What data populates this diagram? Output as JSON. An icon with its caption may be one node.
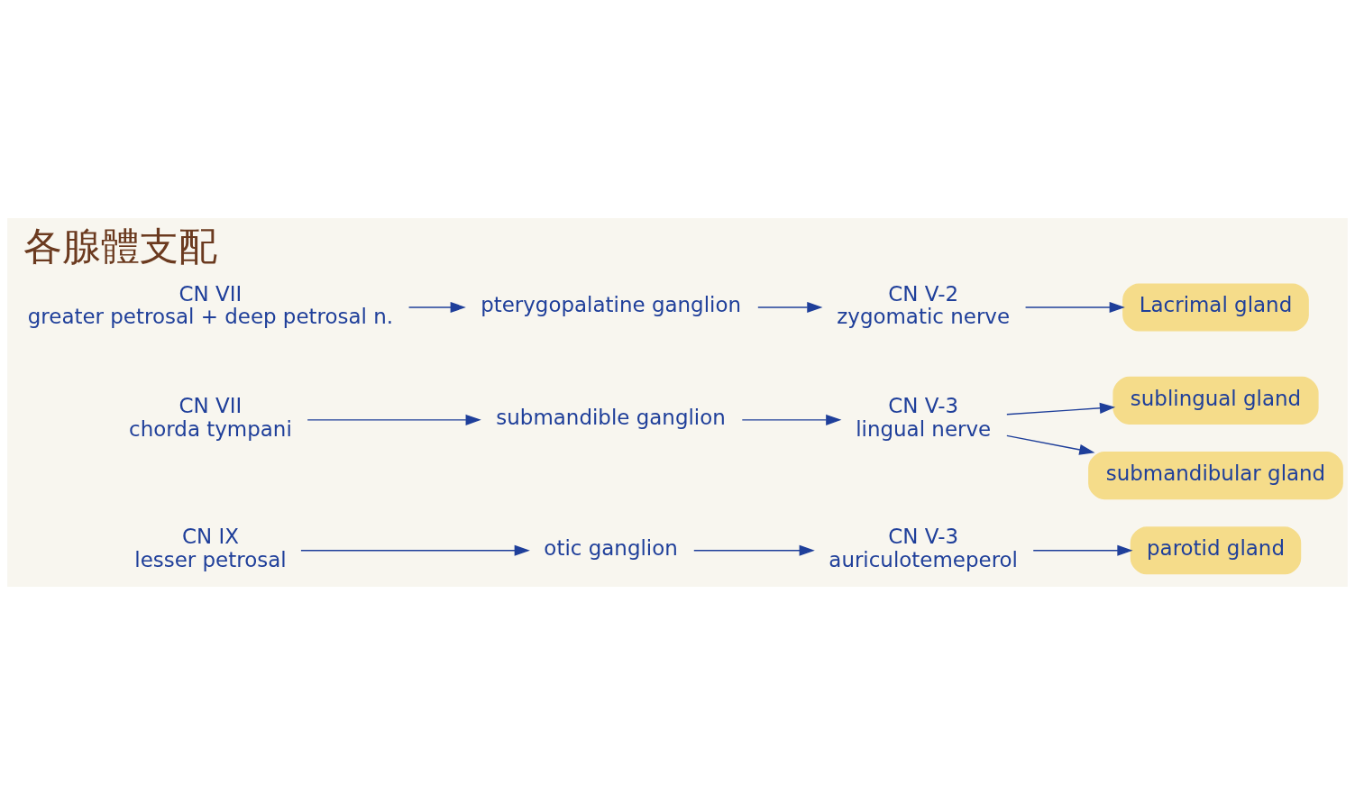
{
  "diagram": {
    "title": "各腺體支配",
    "nodes": [
      {
        "text": [
          "CN IX",
          "lesser petrosal"
        ]
      },
      {
        "text": [
          "otic ganglion"
        ]
      },
      {
        "text": [
          "CN V-3",
          "auriculotemeperol"
        ]
      },
      {
        "text": [
          "parotid gland"
        ]
      },
      {
        "text": [
          "CN VII",
          "chorda tympani"
        ]
      },
      {
        "text": [
          "submandible ganglion"
        ]
      },
      {
        "text": [
          "CN V-3",
          "lingual nerve"
        ]
      },
      {
        "text": [
          "sublingual gland"
        ]
      },
      {
        "text": [
          "submandibular gland"
        ]
      },
      {
        "text": [
          "CN VII",
          "greater petrosal + deep petrosal n."
        ]
      },
      {
        "text": [
          "pterygopalatine ganglion"
        ]
      },
      {
        "text": [
          "CN V-2",
          "zygomatic nerve"
        ]
      },
      {
        "text": [
          "Lacrimal gland"
        ]
      }
    ],
    "edges": [
      {
        "from": 0,
        "to": 1,
        "arrow": "to"
      },
      {
        "from": 1,
        "to": 2,
        "arrow": "to"
      },
      {
        "from": 2,
        "to": 3,
        "arrow": "to"
      },
      {
        "from": 4,
        "to": 5,
        "arrow": "to"
      },
      {
        "from": 5,
        "to": 6,
        "arrow": "to"
      },
      {
        "from": 6,
        "to": 7,
        "arrow": "to"
      },
      {
        "from": 6,
        "to": 8,
        "arrow": "to"
      },
      {
        "from": 9,
        "to": 10,
        "arrow": "to"
      },
      {
        "from": 10,
        "to": 11,
        "arrow": "to"
      },
      {
        "from": 11,
        "to": 12,
        "arrow": "to"
      }
    ]
  }
}
